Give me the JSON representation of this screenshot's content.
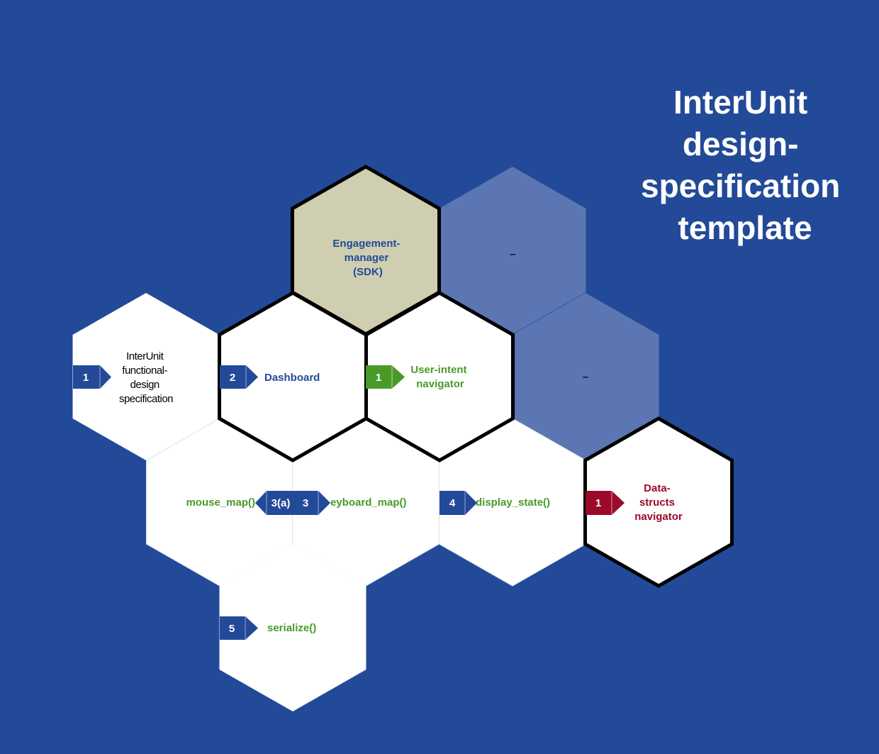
{
  "title": {
    "lines": [
      "InterUnit",
      "design-",
      "specification",
      "template"
    ]
  },
  "colors": {
    "background": "#234a98",
    "faded": "#5b76b2",
    "tan": "#d0ceb0",
    "blue": "#234a98",
    "green": "#4a9a2a",
    "red": "#9b0a2a"
  },
  "hexes": {
    "engagement": {
      "lines": [
        "Engagement-",
        "manager",
        "(SDK)"
      ]
    },
    "faded_top": {
      "label": "–"
    },
    "functional_spec": {
      "badge": "1",
      "lines": [
        "InterUnit",
        "functional-",
        "design",
        "specification"
      ]
    },
    "dashboard": {
      "badge": "2",
      "label": "Dashboard"
    },
    "user_intent": {
      "badge": "1",
      "lines": [
        "User-intent",
        "navigator"
      ]
    },
    "faded_right": {
      "label": "–"
    },
    "mouse_map": {
      "badge": "3(a)",
      "label": "mouse_map()"
    },
    "keyboard_map": {
      "badge": "3",
      "label": "eyboard_map()"
    },
    "display_state": {
      "badge": "4",
      "label": "display_state()"
    },
    "data_structs": {
      "badge": "1",
      "lines": [
        "Data-",
        "structs",
        "navigator"
      ]
    },
    "serialize": {
      "badge": "5",
      "label": "serialize()"
    }
  }
}
